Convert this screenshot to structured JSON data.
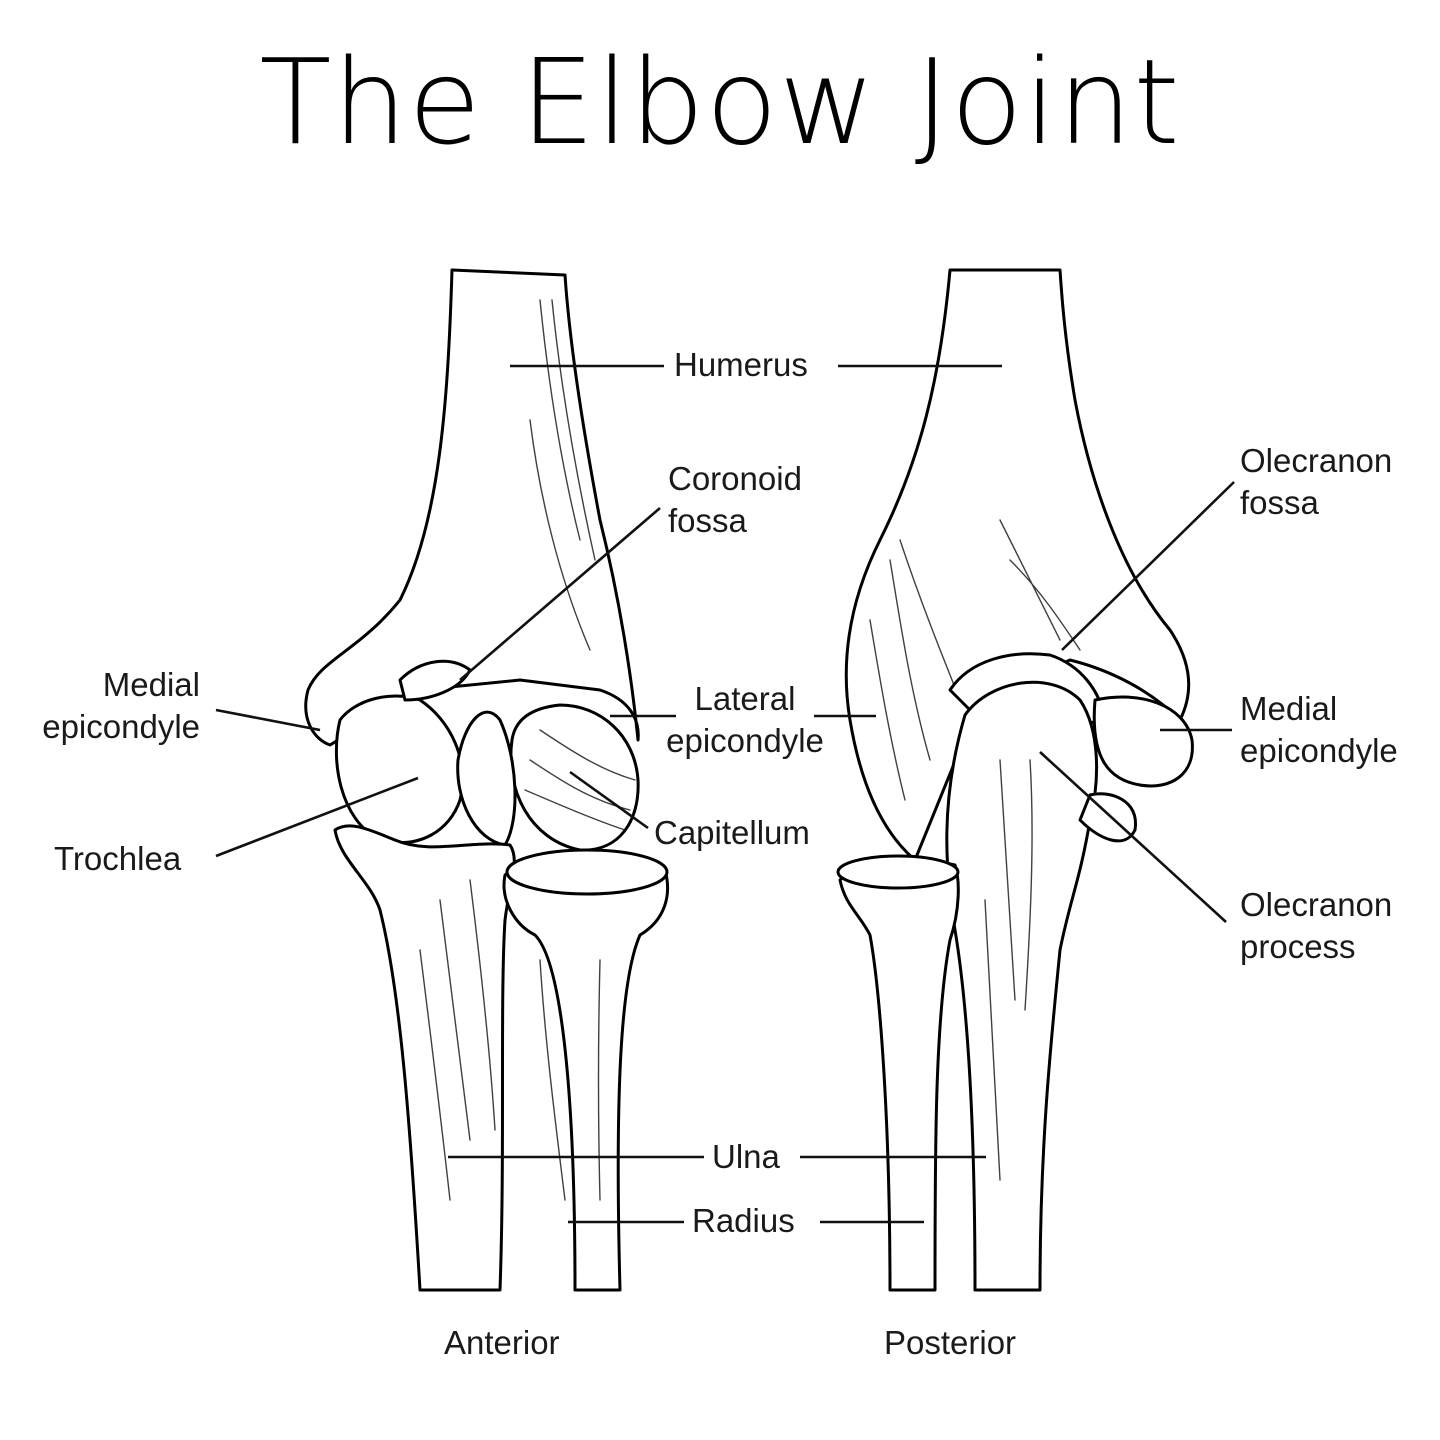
{
  "title": "The Elbow Joint",
  "views": {
    "anterior": "Anterior",
    "posterior": "Posterior"
  },
  "labels": {
    "humerus": "Humerus",
    "coronoid_fossa": [
      "Coronoid",
      "fossa"
    ],
    "olecranon_fossa": [
      "Olecranon",
      "fossa"
    ],
    "medial_epicondyle_left": [
      "Medial",
      "epicondyle"
    ],
    "lateral_epicondyle": [
      "Lateral",
      "epicondyle"
    ],
    "medial_epicondyle_right": [
      "Medial",
      "epicondyle"
    ],
    "trochlea": "Trochlea",
    "capitellum": "Capitellum",
    "olecranon_process": [
      "Olecranon",
      "process"
    ],
    "ulna": "Ulna",
    "radius": "Radius"
  }
}
